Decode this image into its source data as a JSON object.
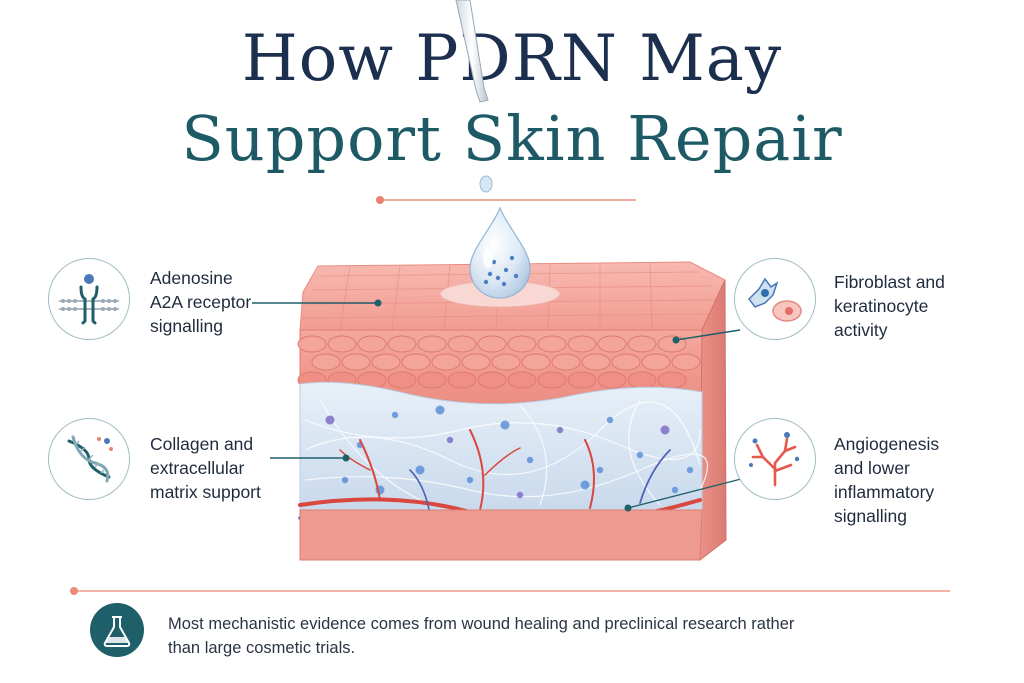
{
  "title": {
    "line1": "How PDRN May",
    "line2": "Support Skin Repair"
  },
  "callouts": {
    "adenosine": {
      "label": "Adenosine\nA2A receptor\nsignalling",
      "icon": "receptor-icon"
    },
    "collagen": {
      "label": "Collagen and\nextracellular\nmatrix support",
      "icon": "dna-helix-icon"
    },
    "fibroblast": {
      "label": "Fibroblast and\nkeratinocyte\nactivity",
      "icon": "cells-icon"
    },
    "angiogenesis": {
      "label": "Angiogenesis\nand lower\ninflammatory\nsignalling",
      "icon": "blood-vessel-icon"
    }
  },
  "footnote": {
    "text": "Most mechanistic evidence comes from wound healing and preclinical research rather than large cosmetic trials.",
    "icon": "lab-flask-icon"
  },
  "colors": {
    "title_navy": "#1c2f4f",
    "title_teal": "#1d5a66",
    "accent_coral": "#e8806f",
    "skin_pink": "#f3a39c",
    "dermis_blue": "#cfe0ef",
    "vessel_red": "#d9473f",
    "vessel_blue": "#4f63b8",
    "icon_teal": "#1f5f6a"
  }
}
